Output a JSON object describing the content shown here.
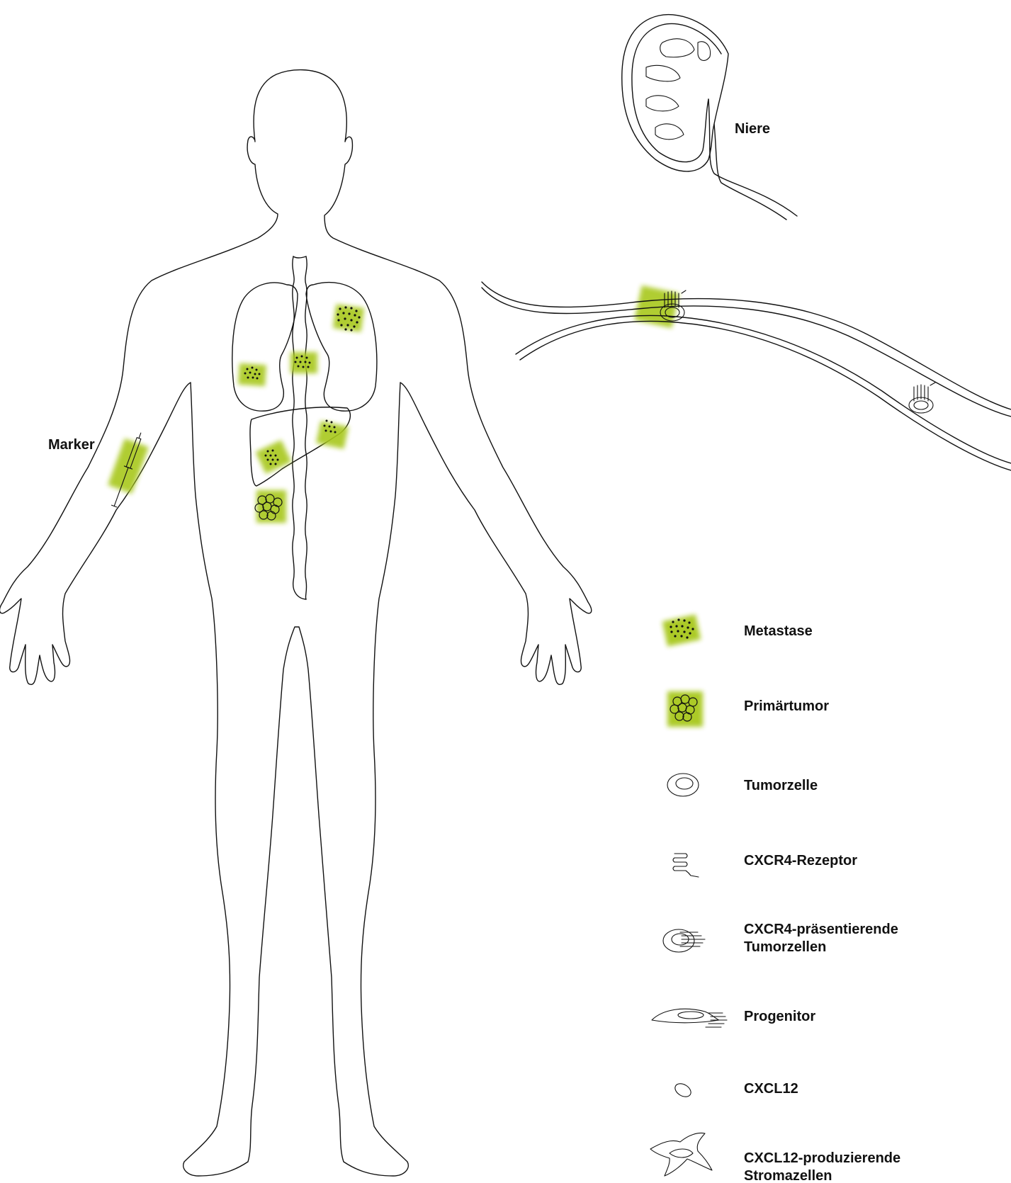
{
  "colors": {
    "highlight": "#a8c81e",
    "highlight_light": "#d4e57a",
    "line": "#111111",
    "background": "#ffffff"
  },
  "labels": {
    "marker": "Marker",
    "kidney": "Niere"
  },
  "legend": [
    {
      "icon": "metastasis-icon",
      "label": "Metastase"
    },
    {
      "icon": "primary-tumor-icon",
      "label": "Primärtumor"
    },
    {
      "icon": "tumor-cell-icon",
      "label": "Tumorzelle"
    },
    {
      "icon": "cxcr4-receptor-icon",
      "label": "CXCR4-Rezeptor"
    },
    {
      "icon": "cxcr4-tumor-cell-icon",
      "label": "CXCR4-präsentierende",
      "label2": "Tumorzellen"
    },
    {
      "icon": "progenitor-icon",
      "label": "Progenitor"
    },
    {
      "icon": "cxcl12-icon",
      "label": "CXCL12"
    },
    {
      "icon": "stromal-cell-icon",
      "label": "CXCL12-produzierende",
      "label2": "Stromazellen"
    }
  ]
}
